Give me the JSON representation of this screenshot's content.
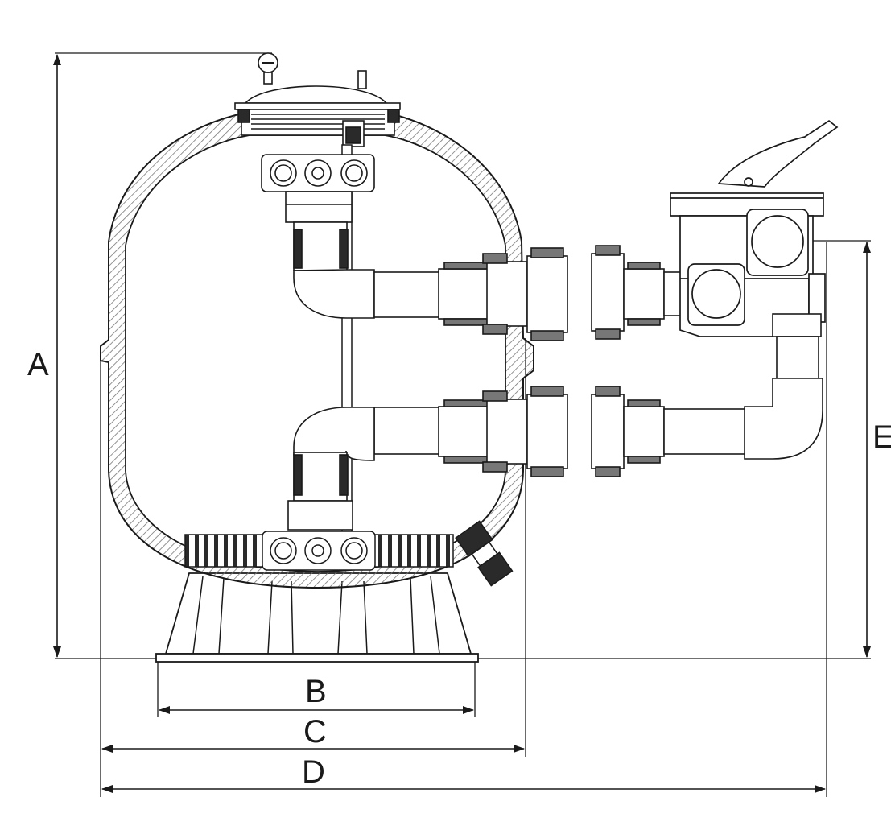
{
  "dimensions": {
    "A": "A",
    "B": "B",
    "C": "C",
    "D": "D",
    "E": "E"
  },
  "colors": {
    "line": "#1a1a1a",
    "hatch": "#8a8a8a",
    "pipe_fill": "#f4f4f4",
    "dark_part": "#2a2a2a"
  }
}
